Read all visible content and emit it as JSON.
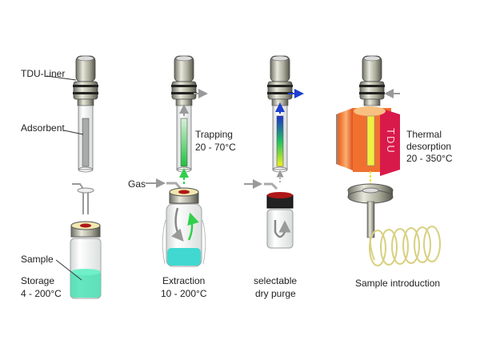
{
  "labels": {
    "tdu_liner": "TDU-Liner",
    "adsorbent": "Adsorbent",
    "sample": "Sample",
    "storage": "Storage",
    "storage_temp": "4 - 200°C",
    "gas": "Gas",
    "trapping": "Trapping",
    "trapping_temp": "20 - 70°C",
    "extraction": "Extraction",
    "extraction_temp": "10 - 200°C",
    "dry_purge_1": "selectable",
    "dry_purge_2": "dry purge",
    "thermal": "Thermal",
    "desorption": "desorption",
    "desorption_temp": "20 - 350°C",
    "heater_text": "TDU",
    "sample_introduction": "Sample introduction"
  },
  "colors": {
    "trap_green": "#2fd04a",
    "purge_blue": "#1f3fd0",
    "sample_liquid": "#3fe0b0",
    "heater_orange": "#f06a2a",
    "heater_red": "#d81a4a",
    "arrow_gray": "#999999"
  }
}
